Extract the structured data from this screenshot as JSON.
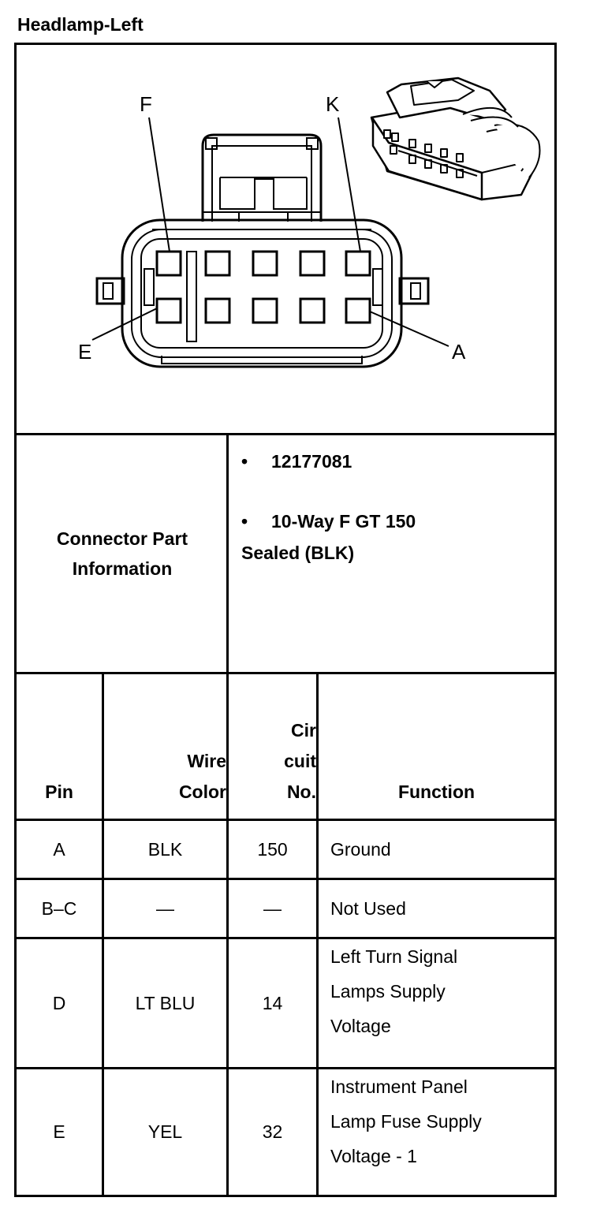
{
  "title": "Headlamp-Left",
  "diagram": {
    "labels": {
      "f": "F",
      "k": "K",
      "e": "E",
      "a": "A"
    }
  },
  "connector_info": {
    "label_line1": "Connector Part",
    "label_line2": "Information",
    "bullet_glyph": "•",
    "part_number": "12177081",
    "description_line1": "10-Way F GT 150",
    "description_line2": "Sealed (BLK)"
  },
  "table": {
    "headers": {
      "pin": "Pin",
      "wire_color_line1": "Wire",
      "wire_color_line2": "Color",
      "circuit_line1": "Cir",
      "circuit_line2": "cuit",
      "circuit_line3": "No.",
      "function": "Function"
    },
    "rows": [
      {
        "pin": "A",
        "wire_color": "BLK",
        "circuit": "150",
        "function_lines": [
          "Ground"
        ]
      },
      {
        "pin": "B–C",
        "wire_color": "—",
        "circuit": "—",
        "function_lines": [
          "Not Used"
        ]
      },
      {
        "pin": "D",
        "wire_color": "LT BLU",
        "circuit": "14",
        "function_lines": [
          "Left Turn Signal",
          "Lamps Supply",
          "Voltage"
        ]
      },
      {
        "pin": "E",
        "wire_color": "YEL",
        "circuit": "32",
        "function_lines": [
          "Instrument Panel",
          "Lamp Fuse Supply",
          "Voltage - 1"
        ]
      }
    ]
  }
}
